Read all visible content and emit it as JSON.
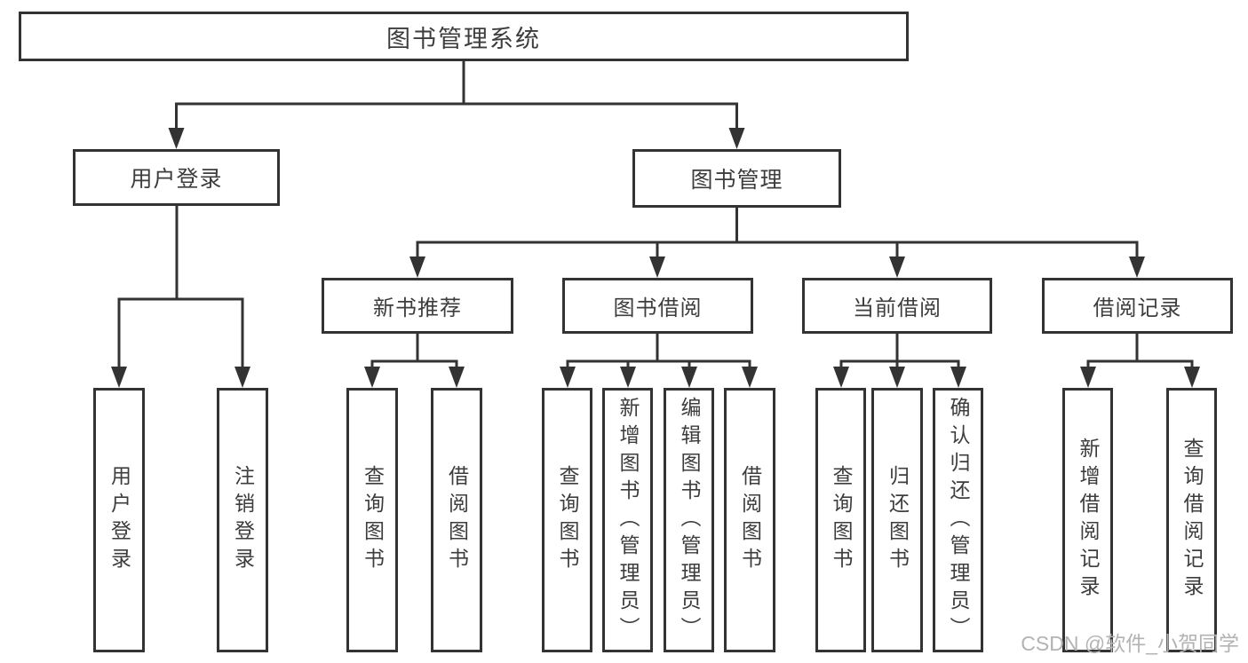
{
  "diagram_type": "hierarchy-tree",
  "tree": {
    "label": "图书管理系统",
    "children": [
      {
        "label": "用户登录",
        "children": [
          {
            "label": "用户登录"
          },
          {
            "label": "注销登录"
          }
        ]
      },
      {
        "label": "图书管理",
        "children": [
          {
            "label": "新书推荐",
            "children": [
              {
                "label": "查询图书"
              },
              {
                "label": "借阅图书"
              }
            ]
          },
          {
            "label": "图书借阅",
            "children": [
              {
                "label": "查询图书"
              },
              {
                "label": "新增图书（管理员）"
              },
              {
                "label": "编辑图书（管理员）"
              },
              {
                "label": "借阅图书"
              }
            ]
          },
          {
            "label": "当前借阅",
            "children": [
              {
                "label": "查询图书"
              },
              {
                "label": "归还图书"
              },
              {
                "label": "确认归还（管理员）"
              }
            ]
          },
          {
            "label": "借阅记录",
            "children": [
              {
                "label": "新增借阅记录"
              },
              {
                "label": "查询借阅记录"
              }
            ]
          }
        ]
      }
    ]
  },
  "watermark": "CSDN @软件_小贺同学",
  "colors": {
    "line": "#333333",
    "box_border": "#333333",
    "box_background": "#ffffff",
    "text": "#3d3d3d",
    "watermark": "#b3b3b3",
    "background": "#ffffff"
  }
}
